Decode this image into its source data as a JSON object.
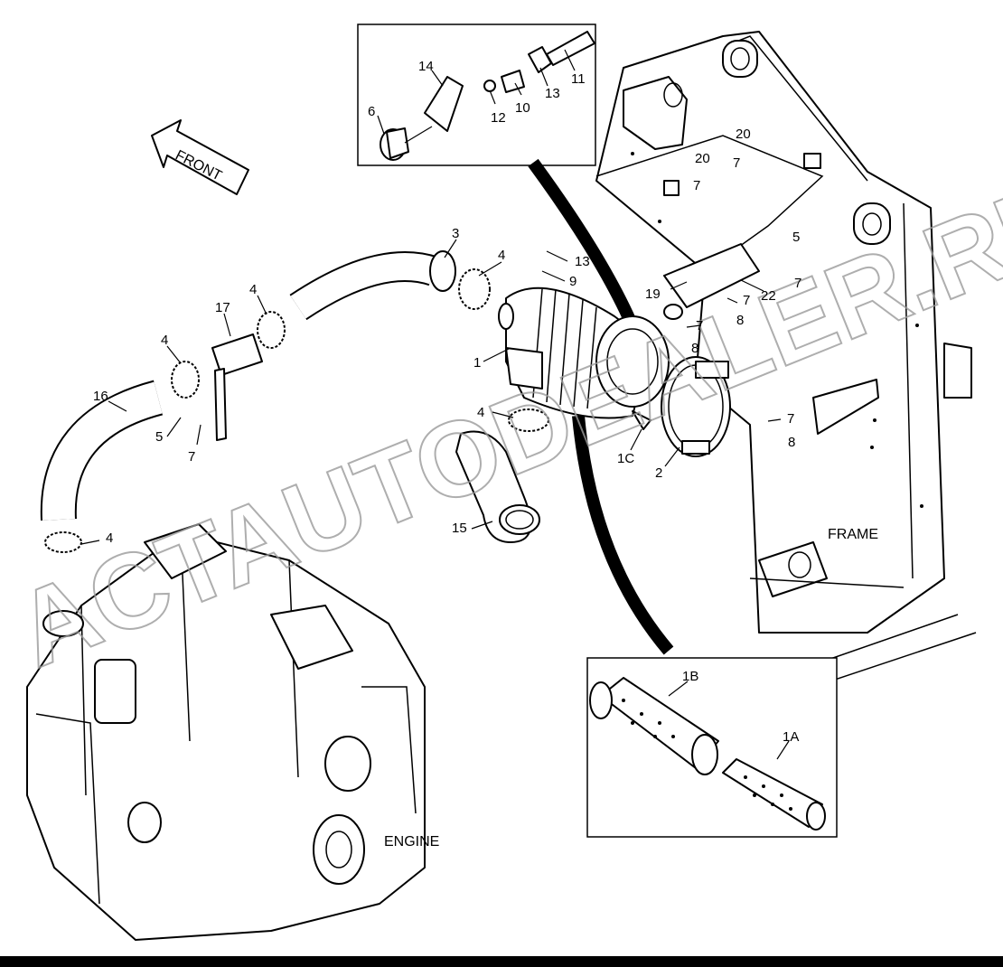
{
  "labels": {
    "front": "FRONT",
    "frame": "FRAME",
    "engine": "ENGINE",
    "watermark": "ACTAUTODEALER.RU"
  },
  "callouts": [
    {
      "id": "c14",
      "text": "14"
    },
    {
      "id": "c6",
      "text": "6"
    },
    {
      "id": "c12",
      "text": "12"
    },
    {
      "id": "c10",
      "text": "10"
    },
    {
      "id": "c13a",
      "text": "13"
    },
    {
      "id": "c11",
      "text": "11"
    },
    {
      "id": "c20a",
      "text": "20"
    },
    {
      "id": "c20b",
      "text": "20"
    },
    {
      "id": "c7a",
      "text": "7"
    },
    {
      "id": "c7b",
      "text": "7"
    },
    {
      "id": "c3",
      "text": "3"
    },
    {
      "id": "c4a",
      "text": "4"
    },
    {
      "id": "c13b",
      "text": "13"
    },
    {
      "id": "c9",
      "text": "9"
    },
    {
      "id": "c5a",
      "text": "5"
    },
    {
      "id": "c19",
      "text": "19"
    },
    {
      "id": "c7c",
      "text": "7"
    },
    {
      "id": "c22",
      "text": "22"
    },
    {
      "id": "c7d",
      "text": "7"
    },
    {
      "id": "c8a",
      "text": "8"
    },
    {
      "id": "c7e",
      "text": "7"
    },
    {
      "id": "c8b",
      "text": "8"
    },
    {
      "id": "c17",
      "text": "17"
    },
    {
      "id": "c4b",
      "text": "4"
    },
    {
      "id": "c4c",
      "text": "4"
    },
    {
      "id": "c1",
      "text": "1"
    },
    {
      "id": "c16",
      "text": "16"
    },
    {
      "id": "c5b",
      "text": "5"
    },
    {
      "id": "c7f",
      "text": "7"
    },
    {
      "id": "c4d",
      "text": "4"
    },
    {
      "id": "c1c",
      "text": "1C"
    },
    {
      "id": "c2",
      "text": "2"
    },
    {
      "id": "c7g",
      "text": "7"
    },
    {
      "id": "c8c",
      "text": "8"
    },
    {
      "id": "c15",
      "text": "15"
    },
    {
      "id": "c4e",
      "text": "4"
    },
    {
      "id": "c1b",
      "text": "1B"
    },
    {
      "id": "c1a",
      "text": "1A"
    }
  ],
  "colors": {
    "line": "#000000",
    "background": "#ffffff",
    "watermark": "#9a9a9a"
  }
}
